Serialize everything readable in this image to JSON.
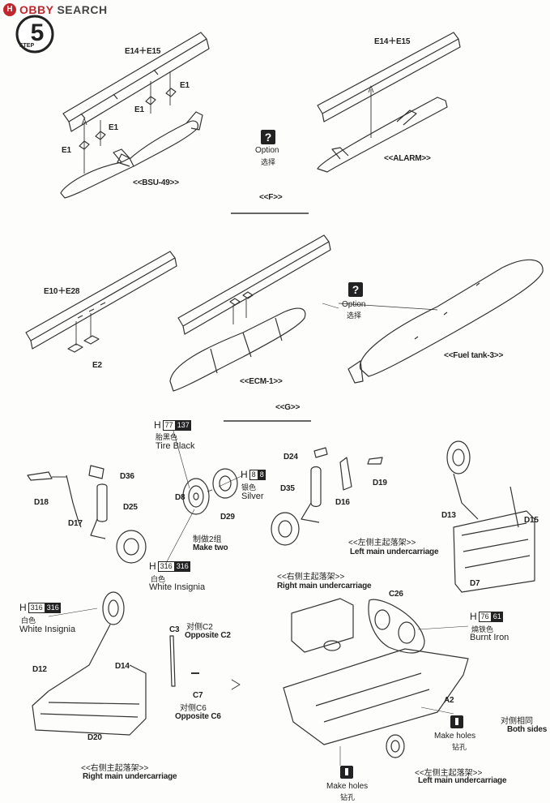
{
  "watermark": {
    "brand": "H",
    "word1": "OBBY",
    "word2": "SEARCH"
  },
  "step": {
    "label": "STEP",
    "number": "5"
  },
  "sectionF": {
    "left_rail": "E14＋E15",
    "right_rail": "E14＋E15",
    "e1_labels": [
      "E1",
      "E1",
      "E1",
      "E1"
    ],
    "bsu": "<<BSU-49>>",
    "alarm": "<<ALARM>>",
    "option_en": "Option",
    "option_cn": "选择",
    "header": "<<F>>"
  },
  "sectionG": {
    "rail": "E10＋E28",
    "e2": "E2",
    "ecm": "<<ECM-1>>",
    "fuel": "<<Fuel tank-3>>",
    "option_en": "Option",
    "option_cn": "选择",
    "header": "<<G>>"
  },
  "paints": {
    "tire": {
      "h": "H",
      "code1": "77",
      "code2": "137",
      "cn": "胎黑色",
      "en": "Tire Black"
    },
    "silver": {
      "h": "H",
      "code1": "8",
      "code2": "8",
      "cn": "银色",
      "en": "Silver"
    },
    "white1": {
      "h": "H",
      "code1": "316",
      "code2": "316",
      "cn": "白色",
      "en": "White Insignia"
    },
    "white2": {
      "h": "H",
      "code1": "316",
      "code2": "316",
      "cn": "白色",
      "en": "White Insignia"
    },
    "burnt": {
      "h": "H",
      "code1": "76",
      "code2": "61",
      "cn": "燒铁色",
      "en": "Burnt Iron"
    }
  },
  "parts": {
    "d36": "D36",
    "d18": "D18",
    "d25": "D25",
    "d17": "D17",
    "d8": "D8",
    "d29": "D29",
    "d24": "D24",
    "d35": "D35",
    "d16": "D16",
    "d19": "D19",
    "d13": "D13",
    "d15": "D15",
    "d7": "D7",
    "d12": "D12",
    "d14": "D14",
    "d20": "D20",
    "c3": "C3",
    "c7": "C7",
    "c26": "C26",
    "a2": "A2"
  },
  "notes": {
    "make_two_cn": "制做2组",
    "make_two_en": "Make two",
    "left_main_cn": "<<左侧主起落架>>",
    "left_main_en": "Left main undercarriage",
    "right_main_cn": "<<右侧主起落架>>",
    "right_main_en": "Right main undercarriage",
    "opp_c2_cn": "对侧C2",
    "opp_c2_en": "Opposite C2",
    "opp_c6_cn": "对侧C6",
    "opp_c6_en": "Opposite C6",
    "make_holes_en": "Make holes",
    "make_holes_cn": "钻孔",
    "make_holes2_en": "Make holes",
    "make_holes2_cn": "钻孔",
    "both_sides_cn": "对侧相同",
    "both_sides_en": "Both sides",
    "right_main_bottom_cn": "<<右侧主起落架>>",
    "right_main_bottom_en": "Right main undercarriage",
    "left_main_bottom_cn": "<<左侧主起落架>>",
    "left_main_bottom_en": "Left main undercarriage"
  }
}
